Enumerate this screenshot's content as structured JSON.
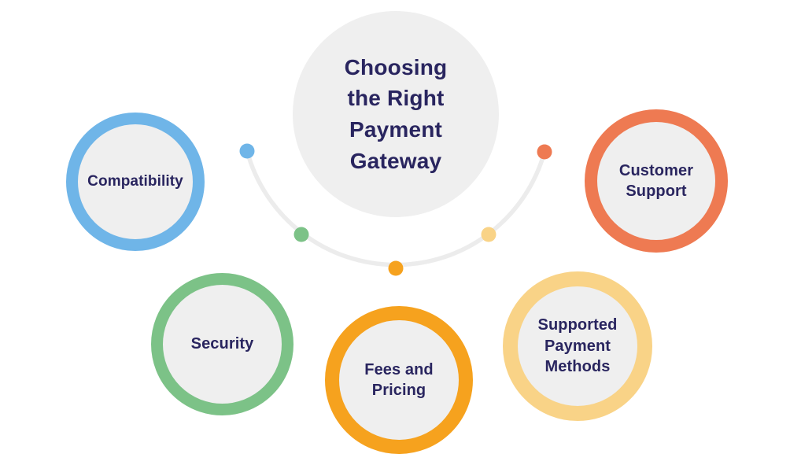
{
  "title": "Choosing the Right Payment Gateway",
  "nodes": [
    {
      "label": "Compatibility",
      "color": "#6FB5E8"
    },
    {
      "label": "Security",
      "color": "#7CC287"
    },
    {
      "label": "Fees and Pricing",
      "color": "#F6A21E"
    },
    {
      "label": "Supported Payment Methods",
      "color": "#F9D387"
    },
    {
      "label": "Customer Support",
      "color": "#EE7A52"
    }
  ],
  "connector": {
    "line_color": "#ECECEC",
    "dots": [
      {
        "name": "compatibility-dot",
        "color": "#6FB5E8"
      },
      {
        "name": "security-dot",
        "color": "#7CC287"
      },
      {
        "name": "fees-dot",
        "color": "#F6A21E"
      },
      {
        "name": "payment-methods-dot",
        "color": "#F9D387"
      },
      {
        "name": "customer-support-dot",
        "color": "#EE7A52"
      }
    ]
  },
  "colors": {
    "text": "#29255F",
    "circle_fill": "#EFEFEF",
    "background": "#FFFFFF"
  }
}
